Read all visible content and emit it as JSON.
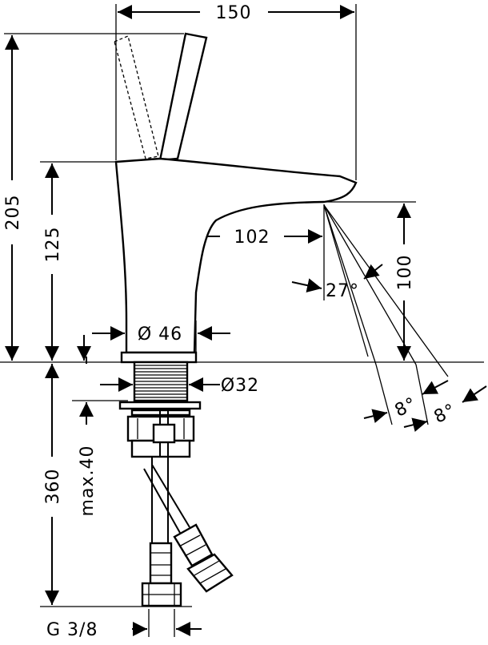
{
  "drawing": {
    "dimensions": {
      "width_top": "150",
      "total_height": "205",
      "spout_height": "125",
      "spout_reach": "102",
      "spout_clearance": "100",
      "base_diameter": "Ø 46",
      "thread_diameter": "Ø32",
      "under_counter": "360",
      "max_thickness": "max.40",
      "connection": "G 3/8",
      "angle_27": "27°",
      "angle_8a": "8°",
      "angle_8b": "8°"
    }
  }
}
